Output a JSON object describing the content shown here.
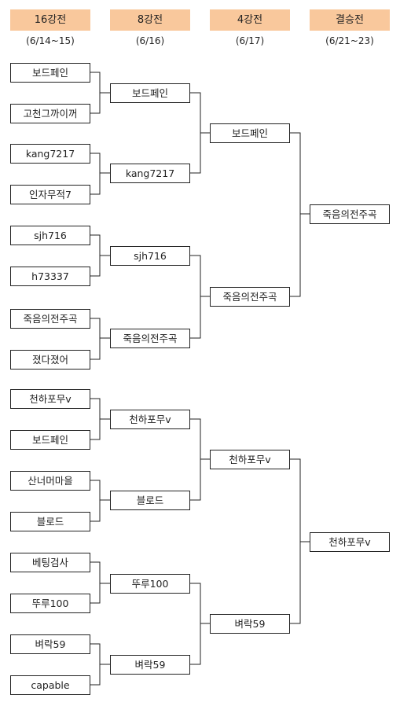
{
  "rounds": [
    {
      "label": "16강전",
      "dates": "(6/14~15)"
    },
    {
      "label": "8강전",
      "dates": "(6/16)"
    },
    {
      "label": "4강전",
      "dates": "(6/17)"
    },
    {
      "label": "결승전",
      "dates": "(6/21~23)"
    }
  ],
  "round16": [
    "보드페인",
    "고천그까이꺼",
    "kang7217",
    "인자무적7",
    "sjh716",
    "h73337",
    "죽음의전주곡",
    "졌다졌어",
    "천하포무v",
    "보드페인",
    "산너머마을",
    "블로드",
    "베팅검사",
    "뚜루100",
    "벼락59",
    "capable"
  ],
  "round8": [
    "보드페인",
    "kang7217",
    "sjh716",
    "죽음의전주곡",
    "천하포무v",
    "블로드",
    "뚜루100",
    "벼락59"
  ],
  "round4": [
    "보드페인",
    "죽음의전주곡",
    "천하포무v",
    "벼락59"
  ],
  "final": [
    "죽음의전주곡",
    "천하포무v"
  ]
}
